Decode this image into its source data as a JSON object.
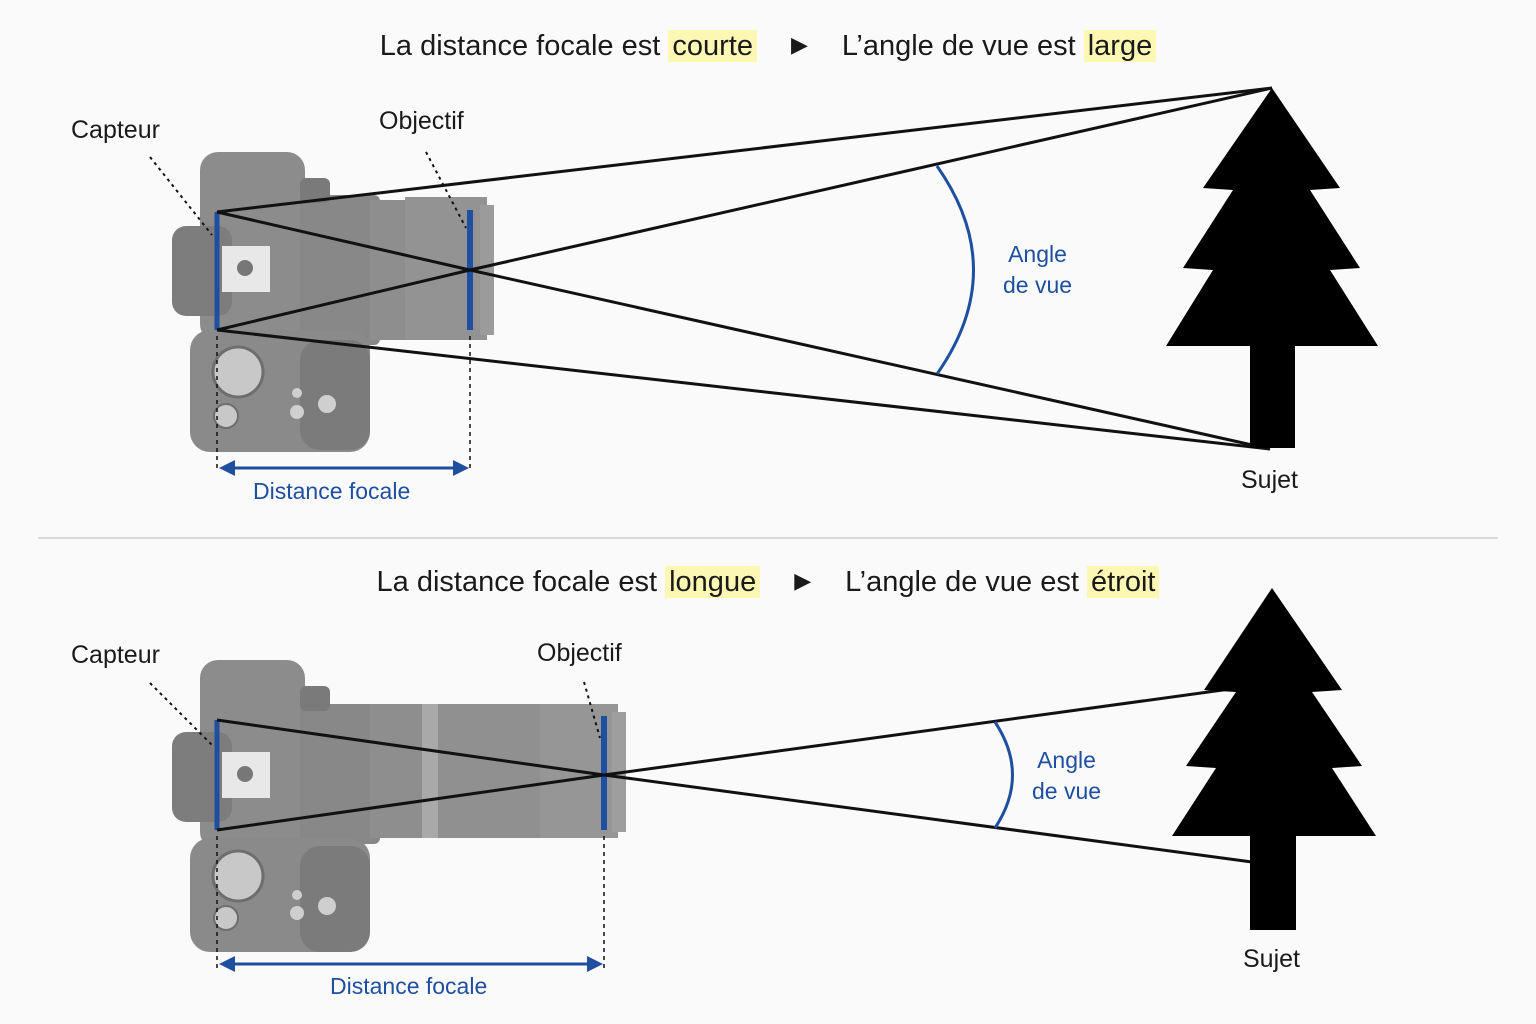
{
  "panels": [
    {
      "id": "short",
      "title_prefix": "La distance focale est ",
      "title_highlight": "courte",
      "arrow": "▶",
      "title2_prefix": "L’angle de vue est ",
      "title2_highlight": "large",
      "sensor_label": "Capteur",
      "lens_label": "Objectif",
      "angle_label_line1": "Angle",
      "angle_label_line2": "de vue",
      "focal_label": "Distance focale",
      "subject_label": "Sujet"
    },
    {
      "id": "long",
      "title_prefix": "La distance focale est ",
      "title_highlight": "longue",
      "arrow": "▶",
      "title2_prefix": "L’angle de vue est ",
      "title2_highlight": "étroit",
      "sensor_label": "Capteur",
      "lens_label": "Objectif",
      "angle_label_line1": "Angle",
      "angle_label_line2": "de vue",
      "focal_label": "Distance focale",
      "subject_label": "Sujet"
    }
  ],
  "colors": {
    "accent_blue": "#1f4fa0",
    "highlight": "#fdf7b4",
    "camera_gray": "#8a8a8a",
    "line": "#111111"
  },
  "icons": [
    "camera-icon",
    "tree-icon"
  ]
}
